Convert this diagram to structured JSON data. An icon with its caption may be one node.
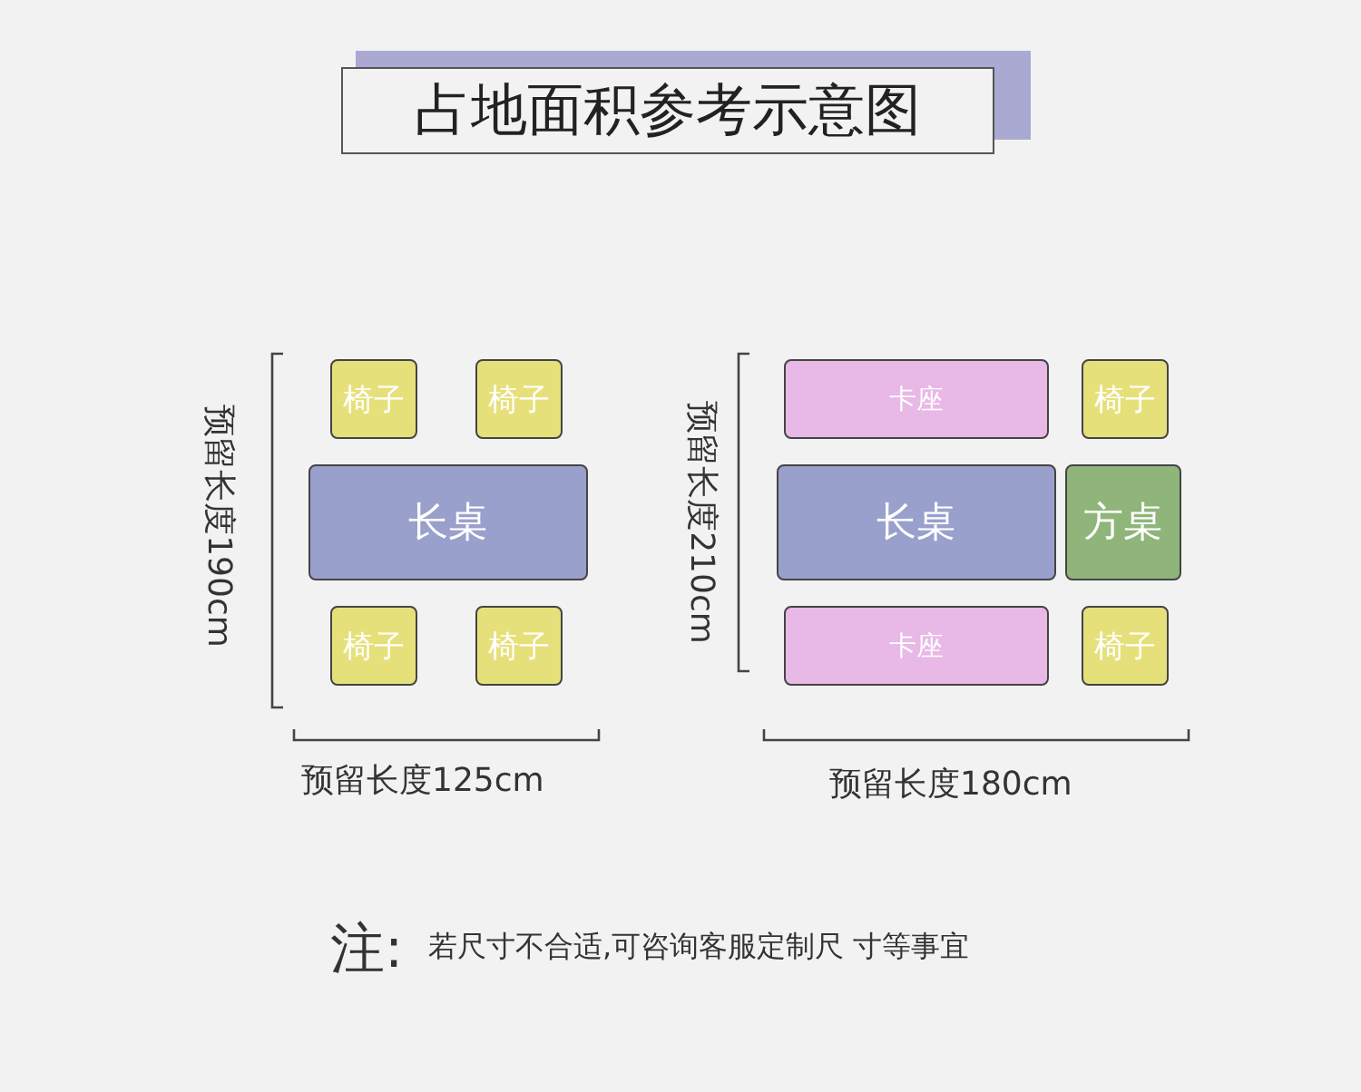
{
  "diagram": {
    "title": "占地面积参考示意图",
    "nodes": [
      {
        "text": [
          "椅子"
        ]
      },
      {
        "text": [
          "椅子"
        ]
      },
      {
        "text": [
          "长桌"
        ]
      },
      {
        "text": [
          "椅子"
        ]
      },
      {
        "text": [
          "椅子"
        ]
      },
      {
        "text": [
          "卡座"
        ]
      },
      {
        "text": [
          "椅子"
        ]
      },
      {
        "text": [
          "长桌"
        ]
      },
      {
        "text": [
          "方桌"
        ]
      },
      {
        "text": [
          "卡座"
        ]
      },
      {
        "text": [
          "椅子"
        ]
      }
    ],
    "edges": [],
    "labels": [
      "预留长度190cm",
      "预留长度125cm",
      "预留长度210cm",
      "预留长度180cm",
      "注:",
      "若尺寸不合适,可咨询客服定制尺 寸等事宜"
    ]
  }
}
